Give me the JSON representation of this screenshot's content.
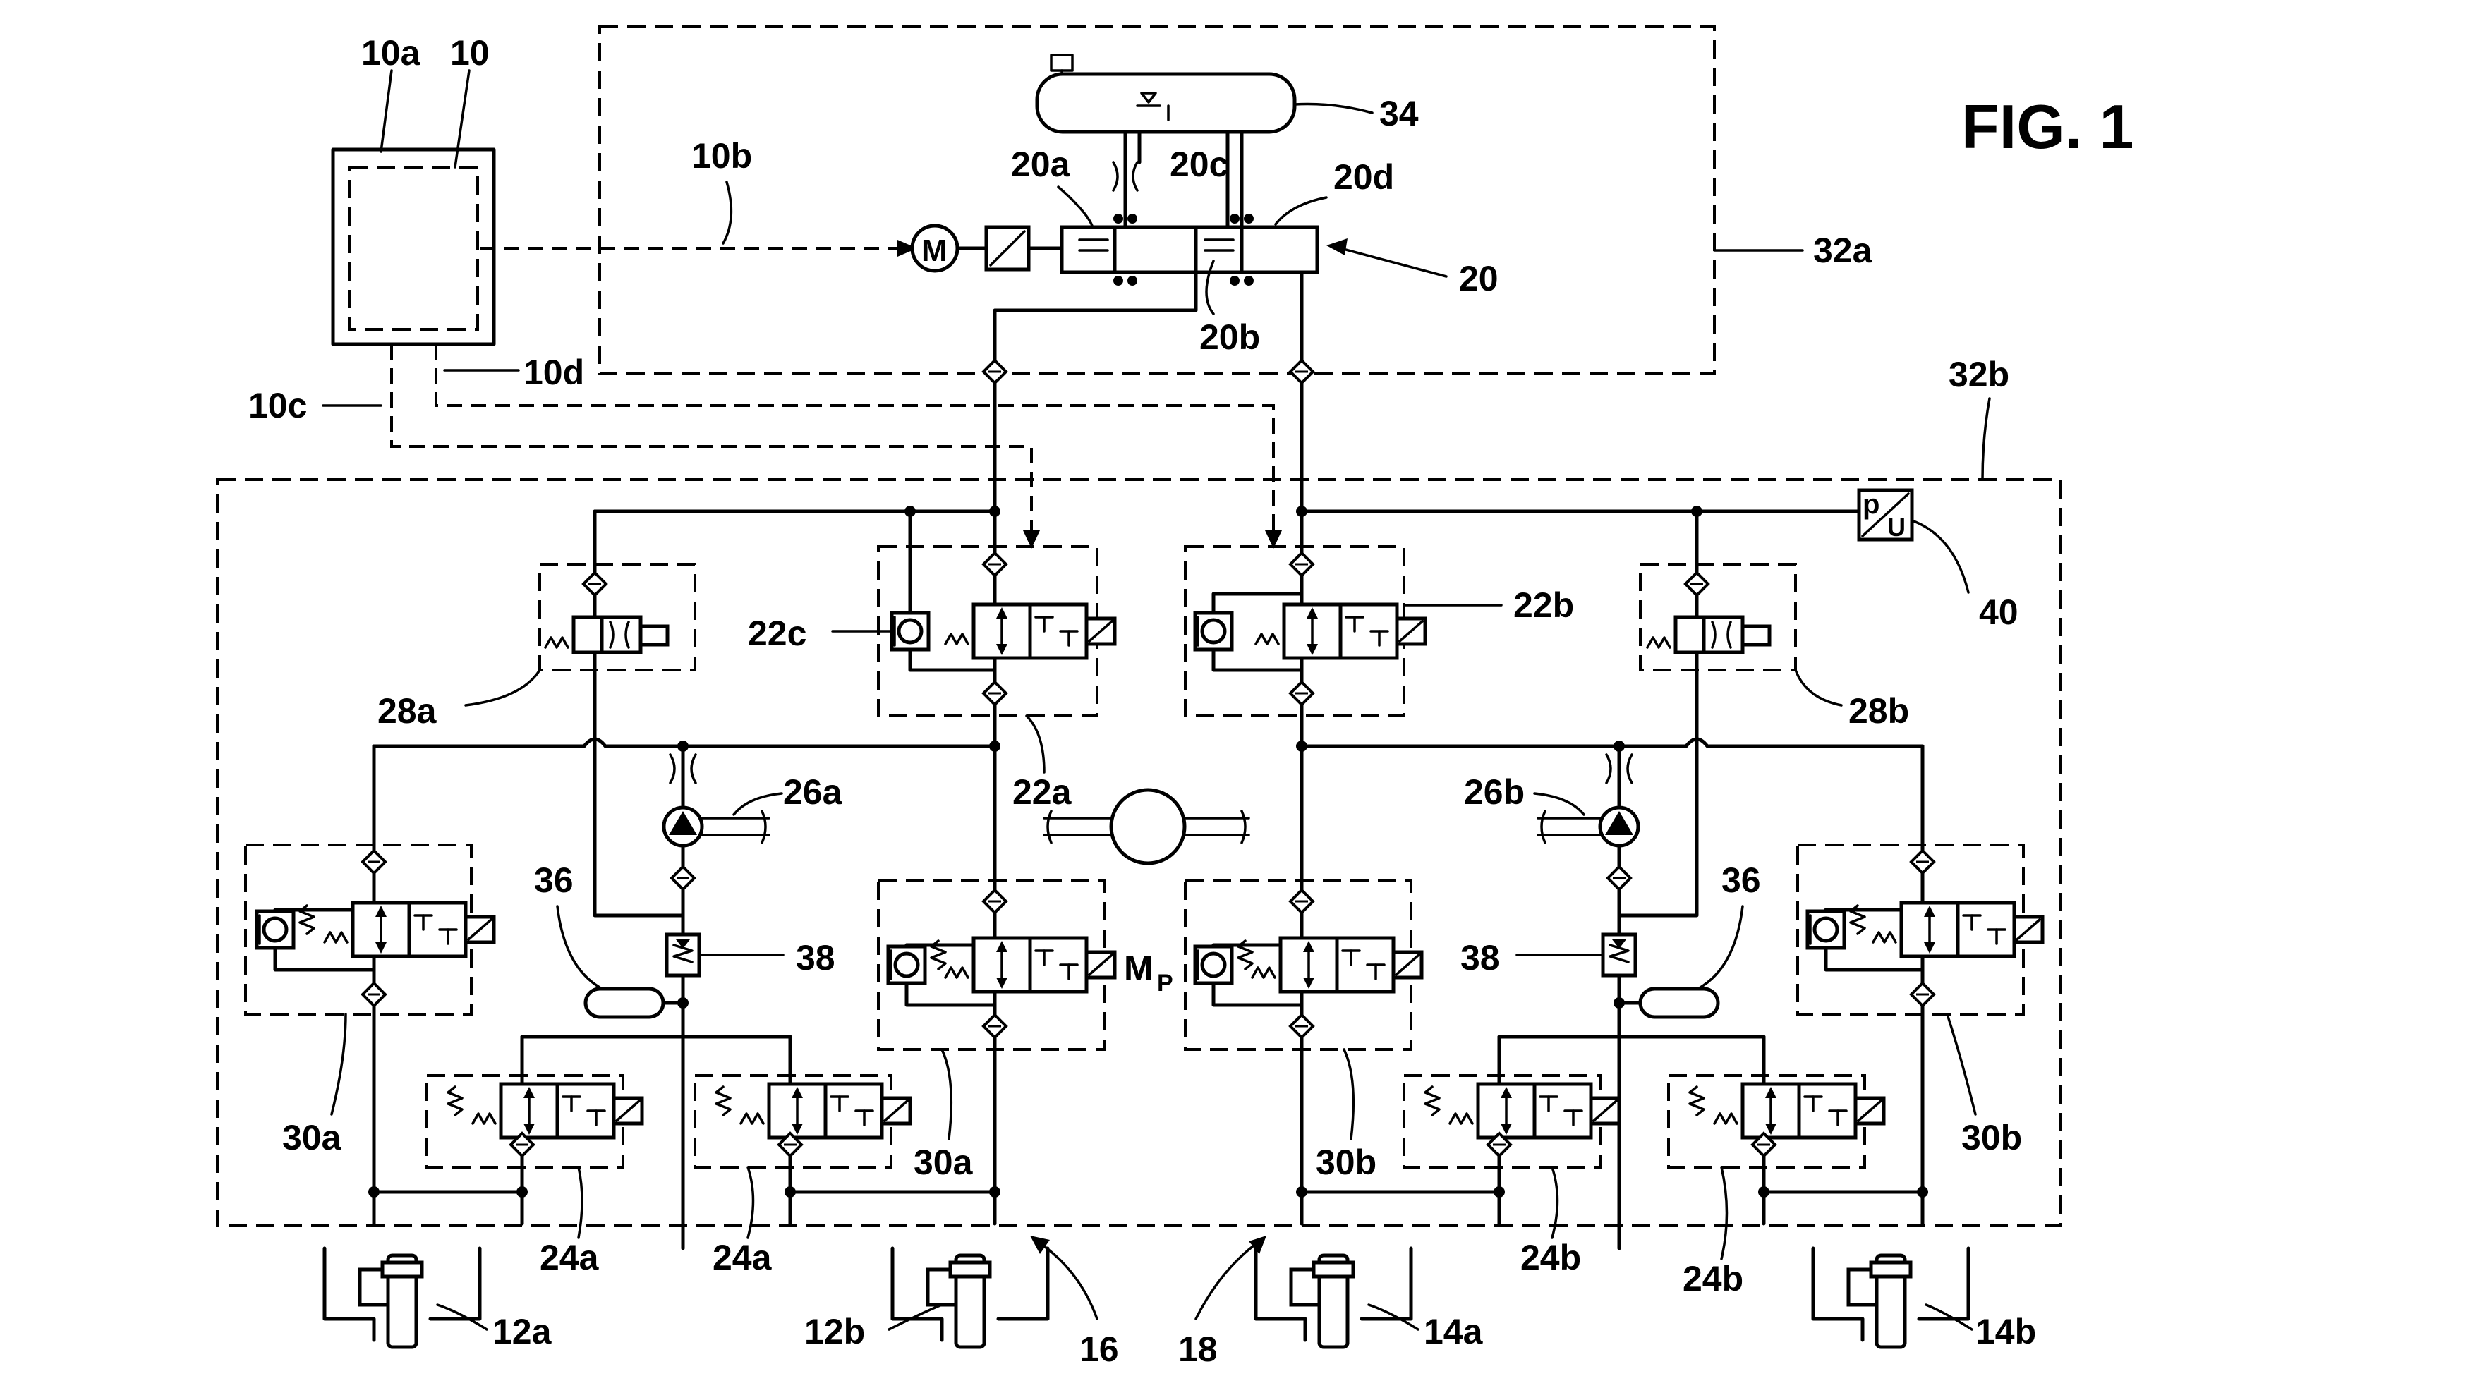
{
  "figure": {
    "title": "FIG. 1"
  },
  "labels": {
    "control_unit": "10",
    "control_unit_inner": "10a",
    "signal_motor": "10b",
    "signal_left": "10c",
    "signal_right": "10d",
    "plunger_unit": "20",
    "chamber_a": "20a",
    "chamber_b": "20b",
    "piston_c": "20c",
    "piston_d": "20d",
    "reservoir": "34",
    "module_upper": "32a",
    "module_lower": "32b",
    "separation_valve_left": "22a",
    "separation_valve_right": "22b",
    "check_valve": "22c",
    "high_pressure_valve_left": "28a",
    "high_pressure_valve_right": "28b",
    "pump_left": "26a",
    "pump_right": "26b",
    "pump_motor": "M",
    "pump_motor_sub": "P",
    "accumulator_left": "36",
    "accumulator_right": "36",
    "pressure_valve_left": "38",
    "pressure_valve_right": "38",
    "inlet_valve_left_outer": "30a",
    "inlet_valve_left_inner": "30a",
    "inlet_valve_right_inner": "30b",
    "inlet_valve_right_outer": "30b",
    "outlet_valve_1": "24a",
    "outlet_valve_2": "24a",
    "outlet_valve_3": "24b",
    "outlet_valve_4": "24b",
    "pressure_sensor": "40",
    "sensor_p": "p",
    "sensor_u": "U",
    "brake_1": "12a",
    "brake_2": "12b",
    "brake_3": "14a",
    "brake_4": "14b",
    "circuit_left": "16",
    "circuit_right": "18",
    "motor": "M"
  }
}
